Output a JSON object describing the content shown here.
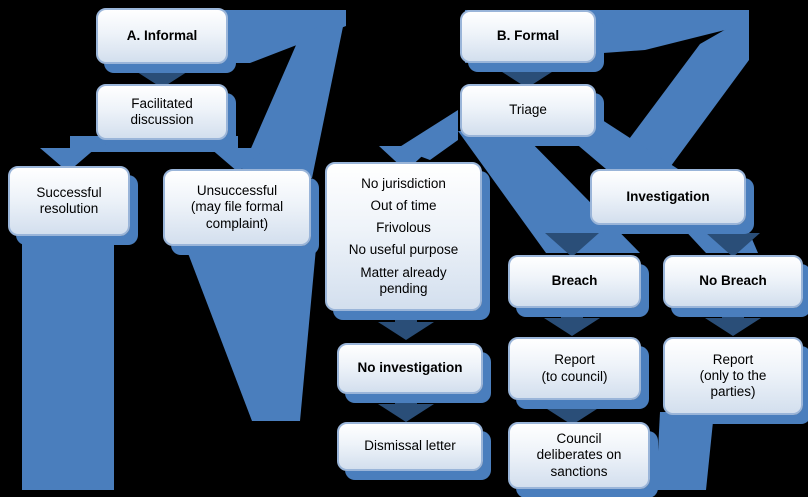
{
  "colors": {
    "background": "#000000",
    "connector": "#4a7ebd",
    "arrow_dark": "#2a4e78",
    "node_border": "#9ab5d9",
    "node_fill_top": "#ffffff",
    "node_fill_bottom": "#d3dfee"
  },
  "nodes": {
    "a_informal": {
      "label": "A. Informal"
    },
    "facilitated": {
      "lines": [
        "Facilitated",
        "discussion"
      ]
    },
    "successful": {
      "lines": [
        "Successful",
        "resolution"
      ]
    },
    "unsuccessful": {
      "lines": [
        "Unsuccessful",
        "(may file formal",
        "complaint)"
      ]
    },
    "b_formal": {
      "label": "B. Formal"
    },
    "triage": {
      "label": "Triage"
    },
    "reasons": {
      "items": [
        "No jurisdiction",
        "Out of time",
        "Frivolous",
        "No useful purpose",
        "Matter already pending"
      ]
    },
    "no_investigation": {
      "label": "No investigation"
    },
    "dismissal": {
      "label": "Dismissal letter"
    },
    "investigation": {
      "label": "Investigation"
    },
    "breach": {
      "label": "Breach"
    },
    "no_breach": {
      "label": "No Breach"
    },
    "report_council": {
      "lines": [
        "Report",
        "(to council)"
      ]
    },
    "council": {
      "lines": [
        "Council",
        "deliberates on",
        "sanctions"
      ]
    },
    "report_parties": {
      "lines": [
        "Report",
        "(only to the",
        "parties)"
      ]
    }
  }
}
